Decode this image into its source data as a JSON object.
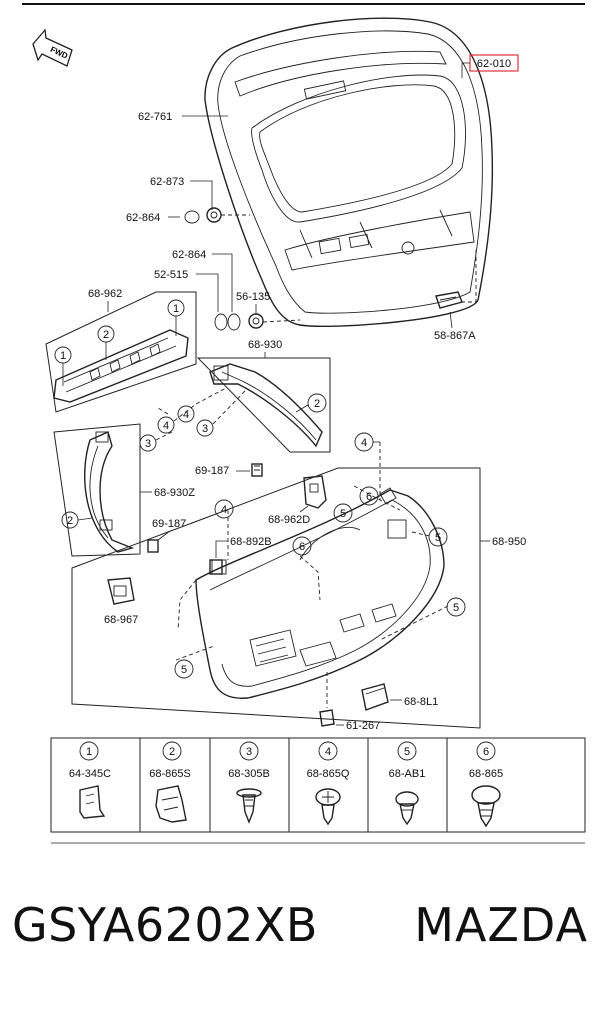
{
  "fwd_label": "FWD",
  "callouts": {
    "c1": "62-010",
    "c2": "62-761",
    "c3": "62-873",
    "c4": "62-864",
    "c5": "62-864",
    "c6": "52-515",
    "c7": "56-135",
    "c8": "58-867A",
    "c9": "68-962",
    "c10": "68-930",
    "c11": "69-187",
    "c12": "68-930Z",
    "c13": "68-962D",
    "c14": "69-187",
    "c15": "68-892B",
    "c16": "68-950",
    "c17": "68-967",
    "c18": "68-8L1",
    "c19": "61-267"
  },
  "markers": [
    "1",
    "2",
    "3",
    "4",
    "5",
    "6"
  ],
  "legend": [
    {
      "num": "1",
      "code": "64-345C"
    },
    {
      "num": "2",
      "code": "68-865S"
    },
    {
      "num": "3",
      "code": "68-305B"
    },
    {
      "num": "4",
      "code": "68-865Q"
    },
    {
      "num": "5",
      "code": "68-AB1"
    },
    {
      "num": "6",
      "code": "68-865"
    }
  ],
  "footer": {
    "part_code": "GSYA6202XB",
    "brand": "MAZDA"
  },
  "colors": {
    "highlight": "#e0313a",
    "line": "#222222"
  }
}
